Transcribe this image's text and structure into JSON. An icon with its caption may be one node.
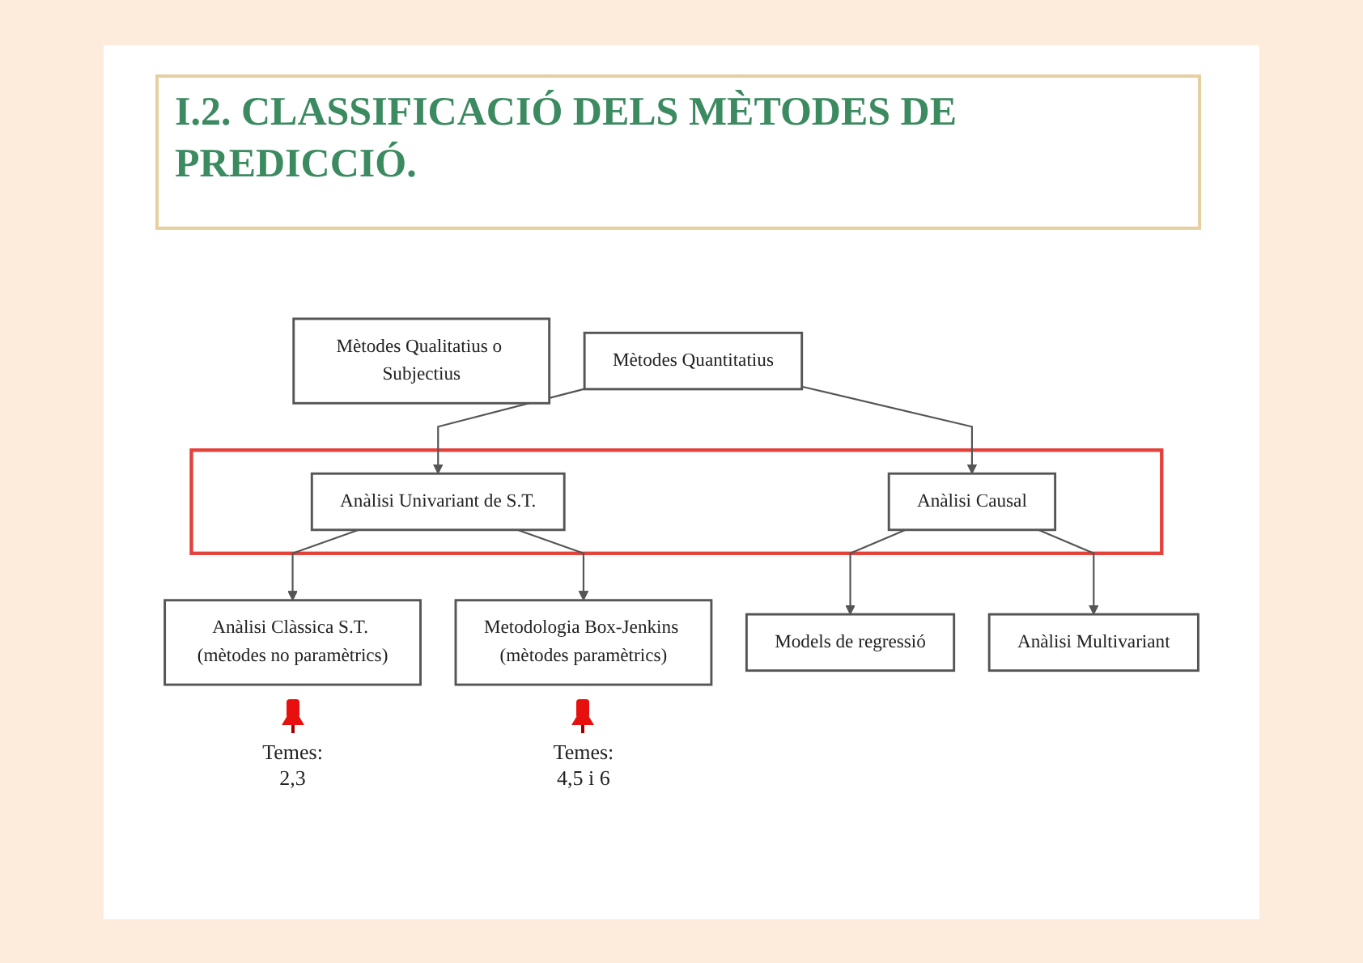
{
  "diagram": {
    "title": "I.2. CLASSIFICACIÓ DELS MÈTODES DE PREDICCIÓ.",
    "nodes": [
      {
        "text": [
          "Mètodes Qualitatius o Subjectius"
        ]
      },
      {
        "text": [
          "Mètodes Quantitatius"
        ]
      },
      {
        "text": [],
        "shape": "box"
      },
      {
        "text": [
          "Anàlisi Univariant de S.T."
        ],
        "in": 2
      },
      {
        "text": [
          "Anàlisi Causal"
        ],
        "in": 2
      },
      {
        "text": [
          "Anàlisi Clàssica S.T. (mètodes no paramètrics)"
        ],
        "beside": [
          "Temes: 2,3"
        ]
      },
      {
        "text": [
          "Metodologia Box-Jenkins (mètodes paramètrics)"
        ],
        "beside": [
          "Temes: 4,5 i 6"
        ]
      },
      {
        "text": [
          "Models de regressió"
        ]
      },
      {
        "text": [
          "Anàlisi Multivariant"
        ]
      }
    ],
    "edges": [
      {
        "from": 1,
        "to": 3,
        "arrow": "to"
      },
      {
        "from": 1,
        "to": 4,
        "arrow": "to"
      },
      {
        "from": 3,
        "to": 5,
        "arrow": "to"
      },
      {
        "from": 3,
        "to": 6,
        "arrow": "to"
      },
      {
        "from": 4,
        "to": 7,
        "arrow": "to"
      },
      {
        "from": 4,
        "to": 8,
        "arrow": "to"
      }
    ]
  }
}
